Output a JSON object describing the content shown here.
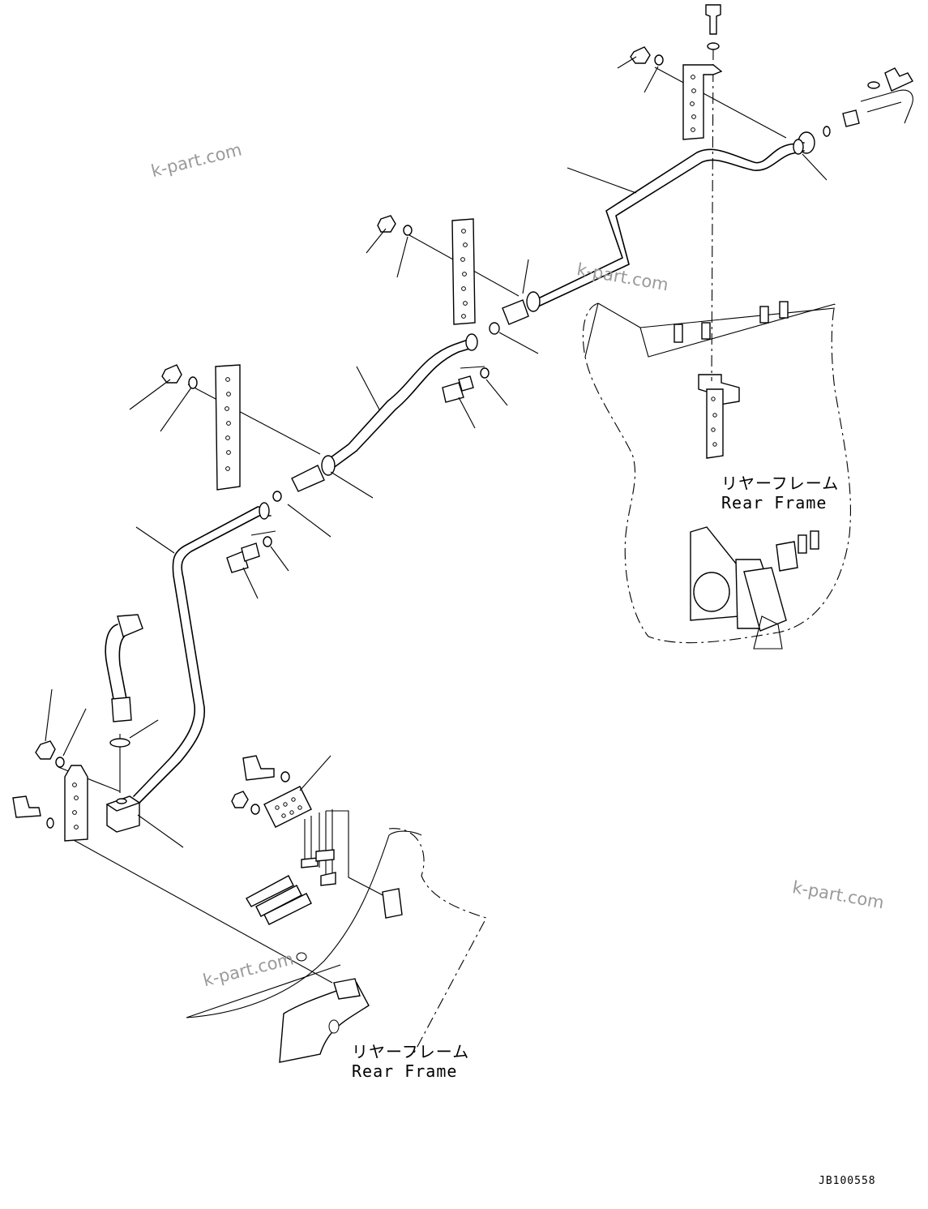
{
  "watermark": "k-part.com",
  "labels": {
    "rear_frame_jp": "リヤーフレーム",
    "rear_frame_en": "Rear Frame"
  },
  "drawing_code": "JB100558"
}
